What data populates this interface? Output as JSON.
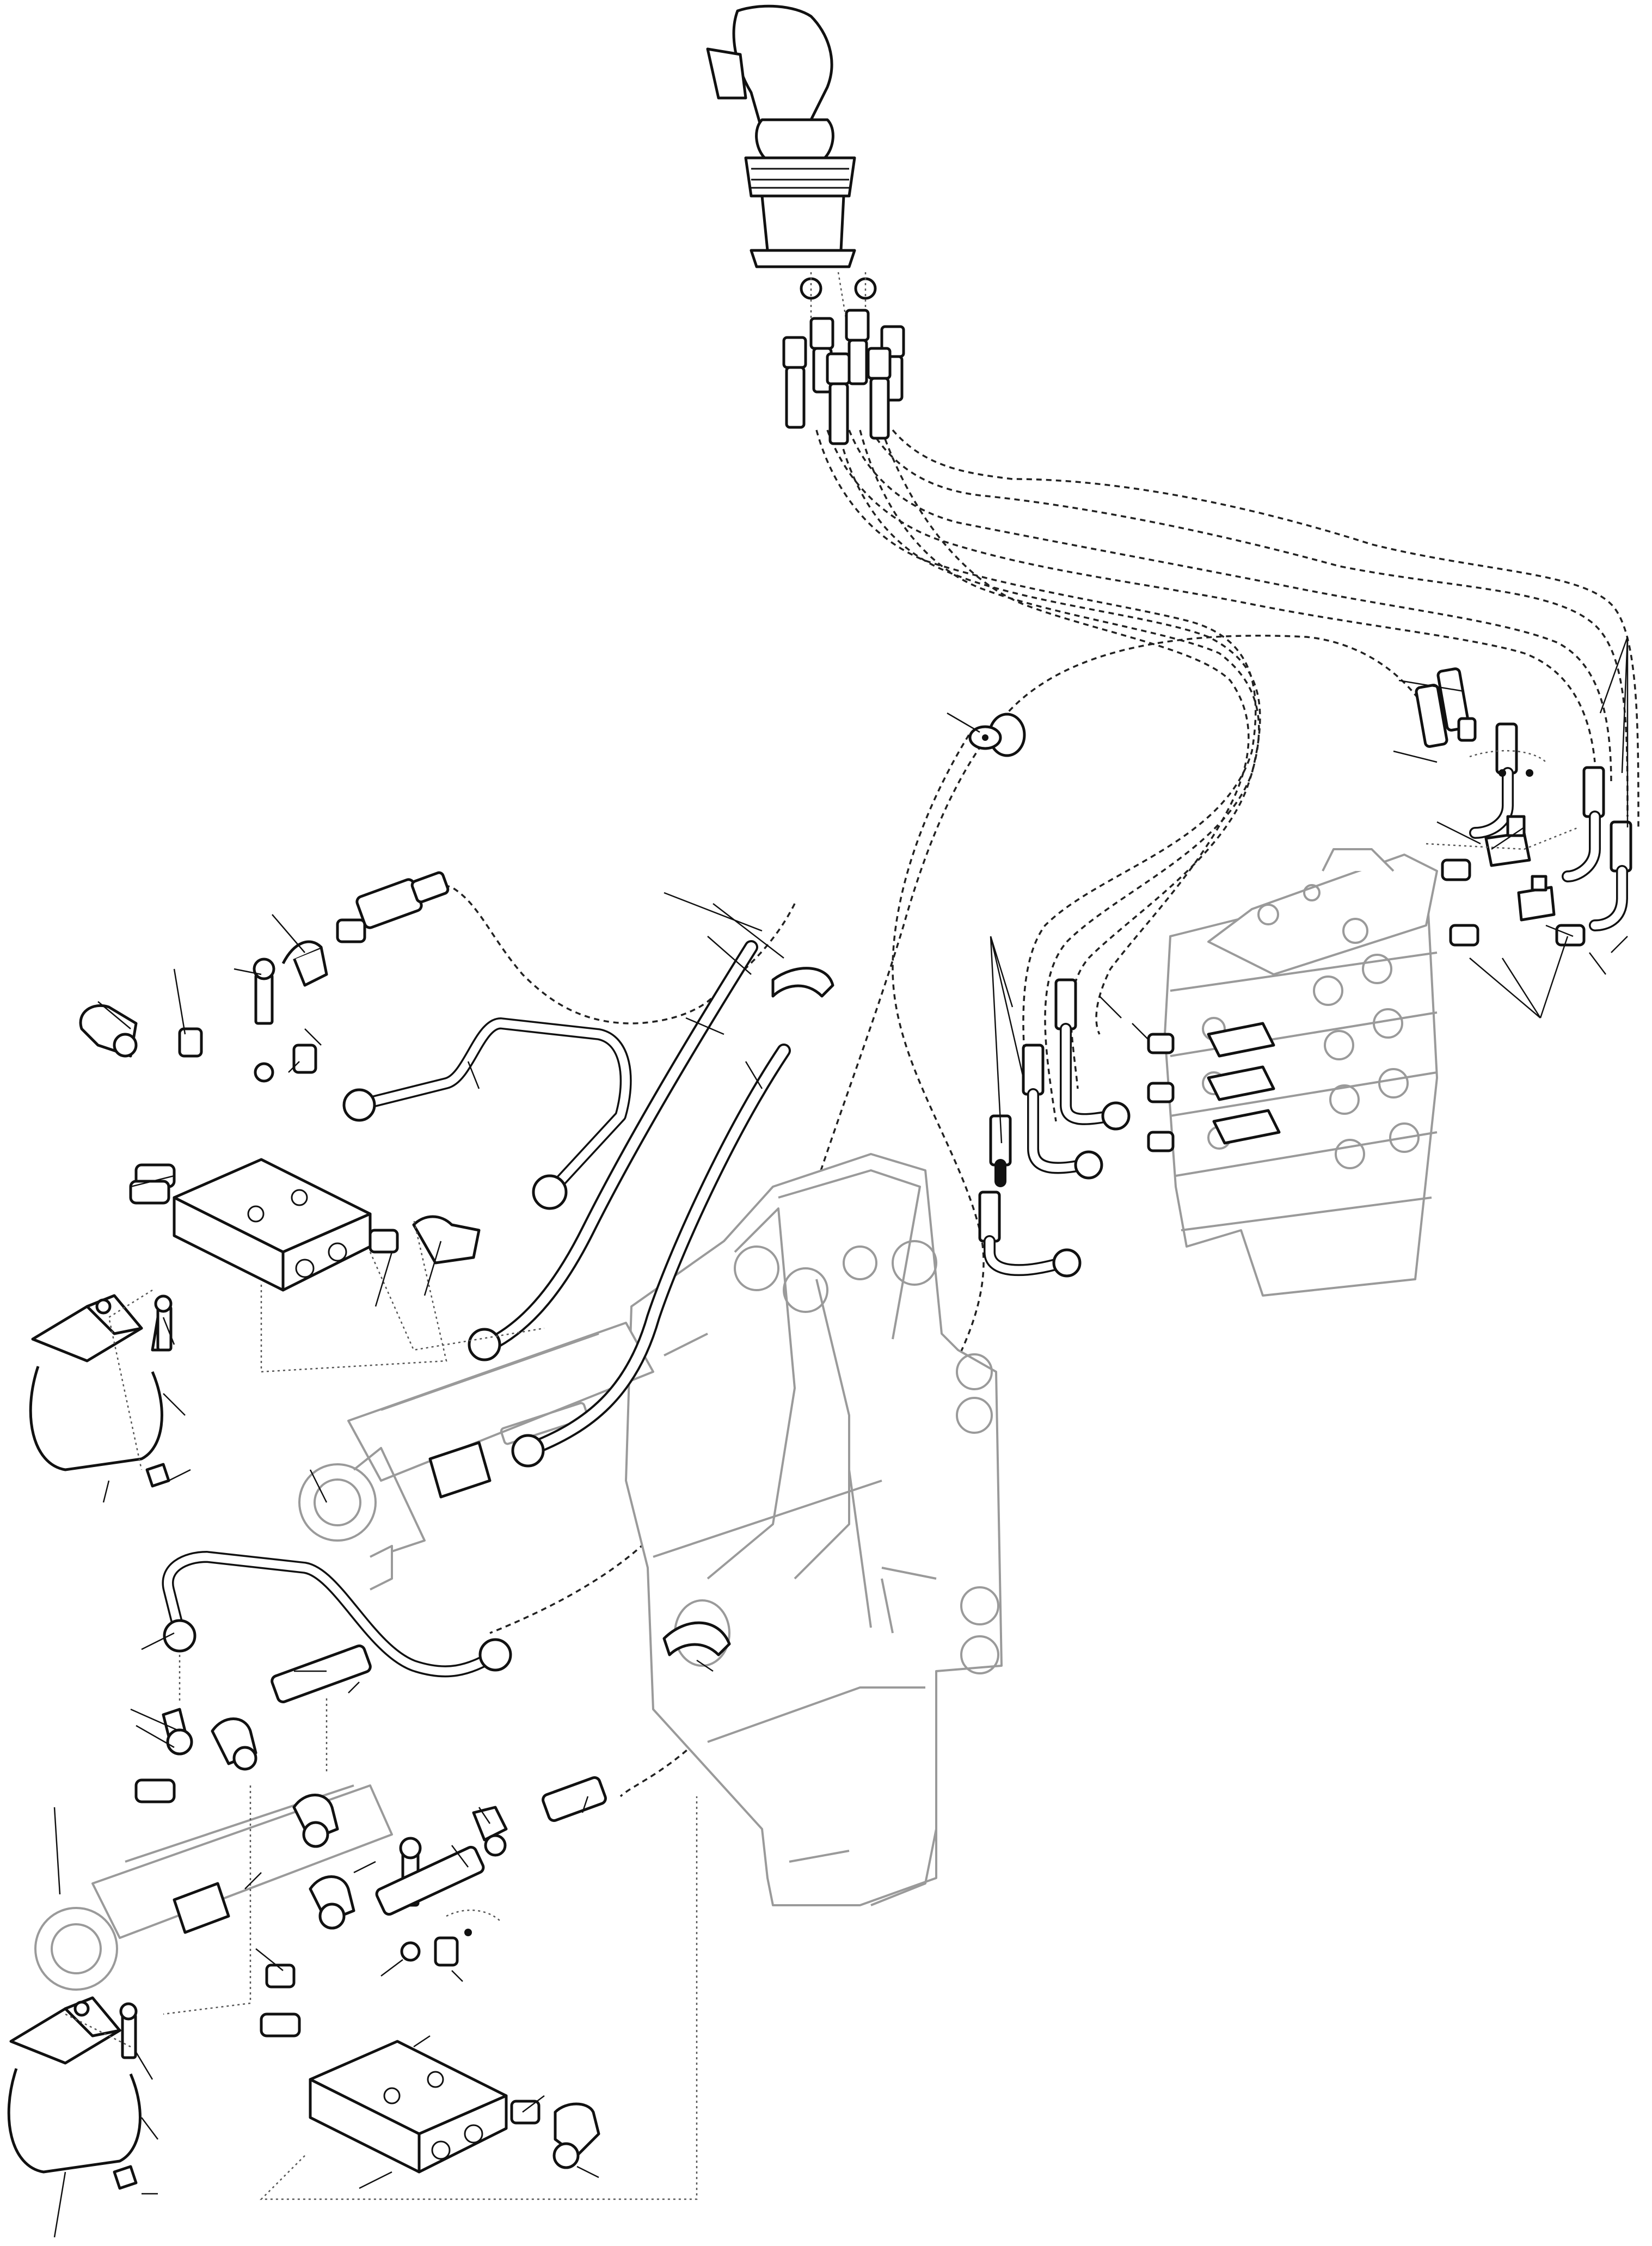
{
  "drawing": {
    "colors": {
      "line": "#111111",
      "phantom": "#9a9a9a",
      "background": "#ffffff"
    },
    "parts": [
      "joystick-control-valve",
      "pilot-hose-bundle",
      "main-control-valve-bank",
      "boom-swing-frame",
      "upper-swing-cylinder",
      "lower-swing-cylinder",
      "upper-valve-block",
      "lower-valve-block",
      "upper-mounting-clamp",
      "lower-mounting-clamp",
      "hose-clip"
    ]
  }
}
